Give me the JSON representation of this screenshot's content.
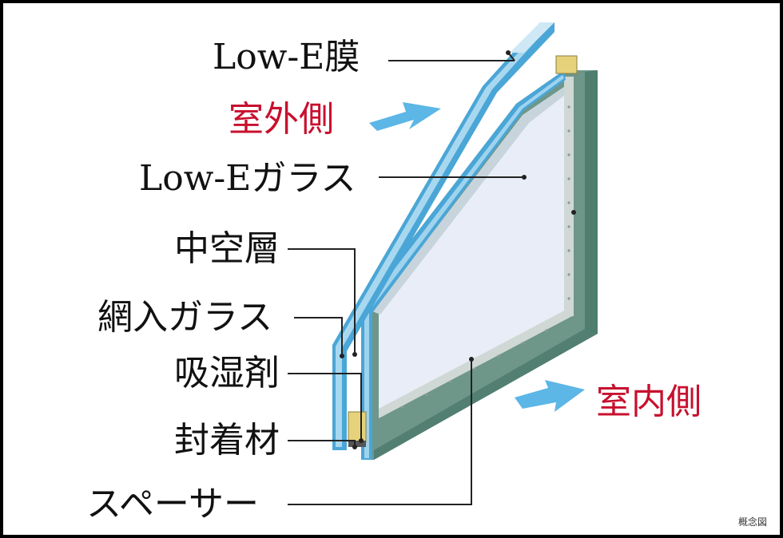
{
  "labels": {
    "low_e_film": "Low-E膜",
    "outdoor_side": "室外側",
    "low_e_glass": "Low-Eガラス",
    "air_layer": "中空層",
    "wired_glass": "網入ガラス",
    "desiccant": "吸湿剤",
    "sealant": "封着材",
    "spacer": "スペーサー",
    "indoor_side": "室内側"
  },
  "note": "概念図",
  "colors": {
    "pane_edge_blue": "#4aa6d6",
    "pane_face": "#e9eef8",
    "frame_teal": "#5f8f80",
    "arrow_blue": "#5cb6e6",
    "side_label_red": "#c8102e",
    "sealant_yellow": "#e6d27a"
  }
}
